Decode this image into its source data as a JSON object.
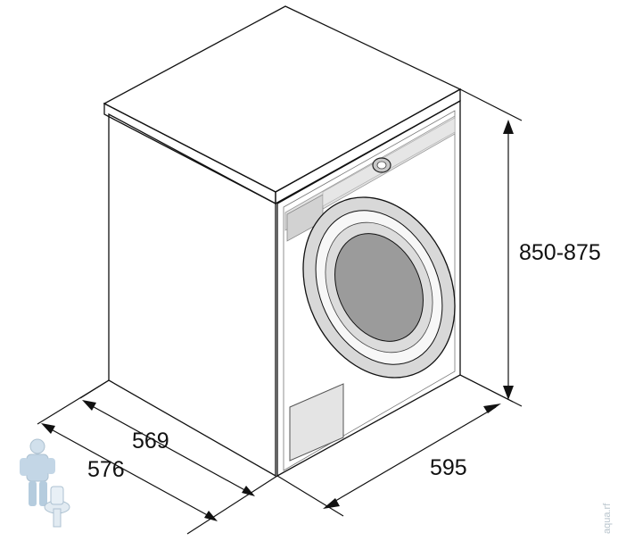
{
  "dimensions": {
    "height": "850-875",
    "width": "595",
    "depth_body": "569",
    "depth_total": "576"
  },
  "watermark": "aqua.rf",
  "colors": {
    "side_panel": "#b7b7b7",
    "front_panel": "#ececec",
    "top_panel": "#dddddd",
    "door_glass": "#9b9b9b",
    "outline": "#111111"
  }
}
